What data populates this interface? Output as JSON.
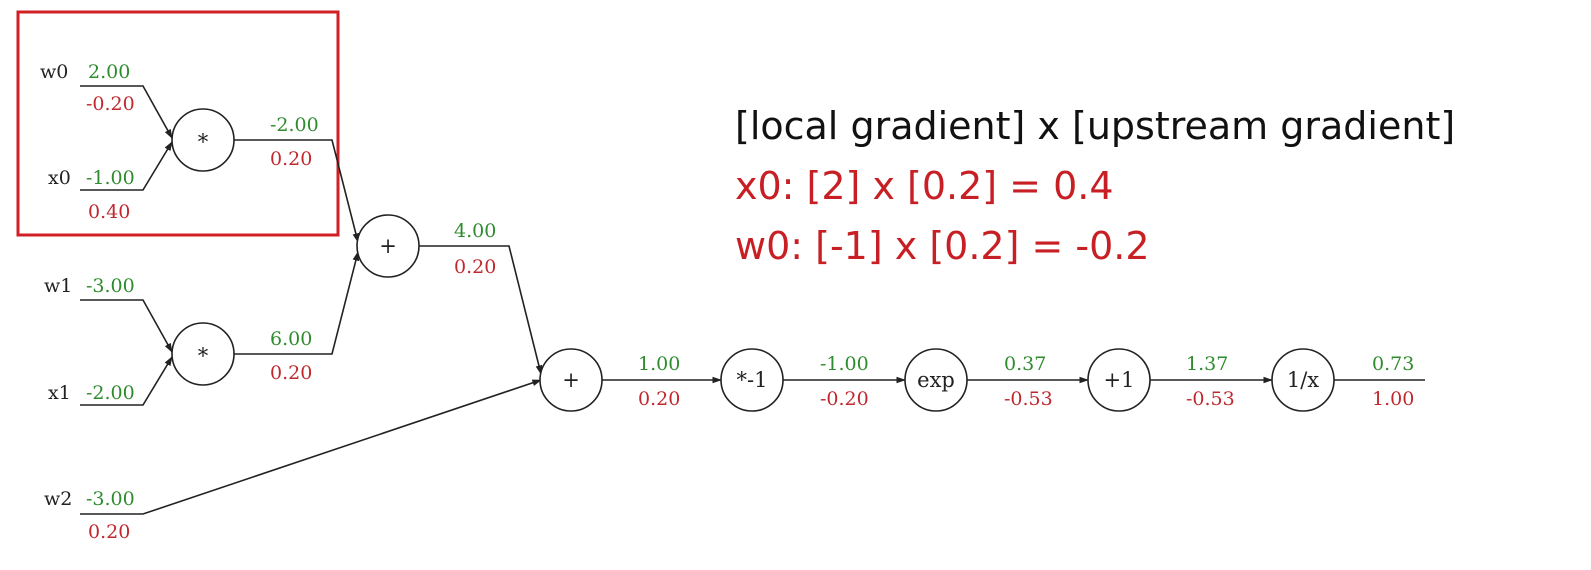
{
  "annotation": {
    "heading": "[local gradient] x [upstream gradient]",
    "x0_line": "x0: [2] x [0.2] = 0.4",
    "w0_line": "w0: [-1] x [0.2] = -0.2"
  },
  "colors": {
    "forward_value": "#2e8b2e",
    "gradient_value": "#c0282e",
    "highlight_box": "#d01f25",
    "annotation_highlight": "#c71f24"
  },
  "inputs": {
    "w0": {
      "label": "w0",
      "value": "2.00",
      "grad": "-0.20"
    },
    "x0": {
      "label": "x0",
      "value": "-1.00",
      "grad": "0.40"
    },
    "w1": {
      "label": "w1",
      "value": "-3.00",
      "grad": ""
    },
    "x1": {
      "label": "x1",
      "value": "-2.00",
      "grad": ""
    },
    "w2": {
      "label": "w2",
      "value": "-3.00",
      "grad": "0.20"
    }
  },
  "nodes": {
    "mul0": {
      "op": "*",
      "value": "-2.00",
      "grad": "0.20"
    },
    "mul1": {
      "op": "*",
      "value": "6.00",
      "grad": "0.20"
    },
    "add0": {
      "op": "+",
      "value": "4.00",
      "grad": "0.20"
    },
    "add1": {
      "op": "+",
      "value": "1.00",
      "grad": "0.20"
    },
    "neg": {
      "op": "*-1",
      "value": "-1.00",
      "grad": "-0.20"
    },
    "exp": {
      "op": "exp",
      "value": "0.37",
      "grad": "-0.53"
    },
    "plus1": {
      "op": "+1",
      "value": "1.37",
      "grad": "-0.53"
    },
    "recip": {
      "op": "1/x",
      "value": "0.73",
      "grad": "1.00"
    }
  }
}
